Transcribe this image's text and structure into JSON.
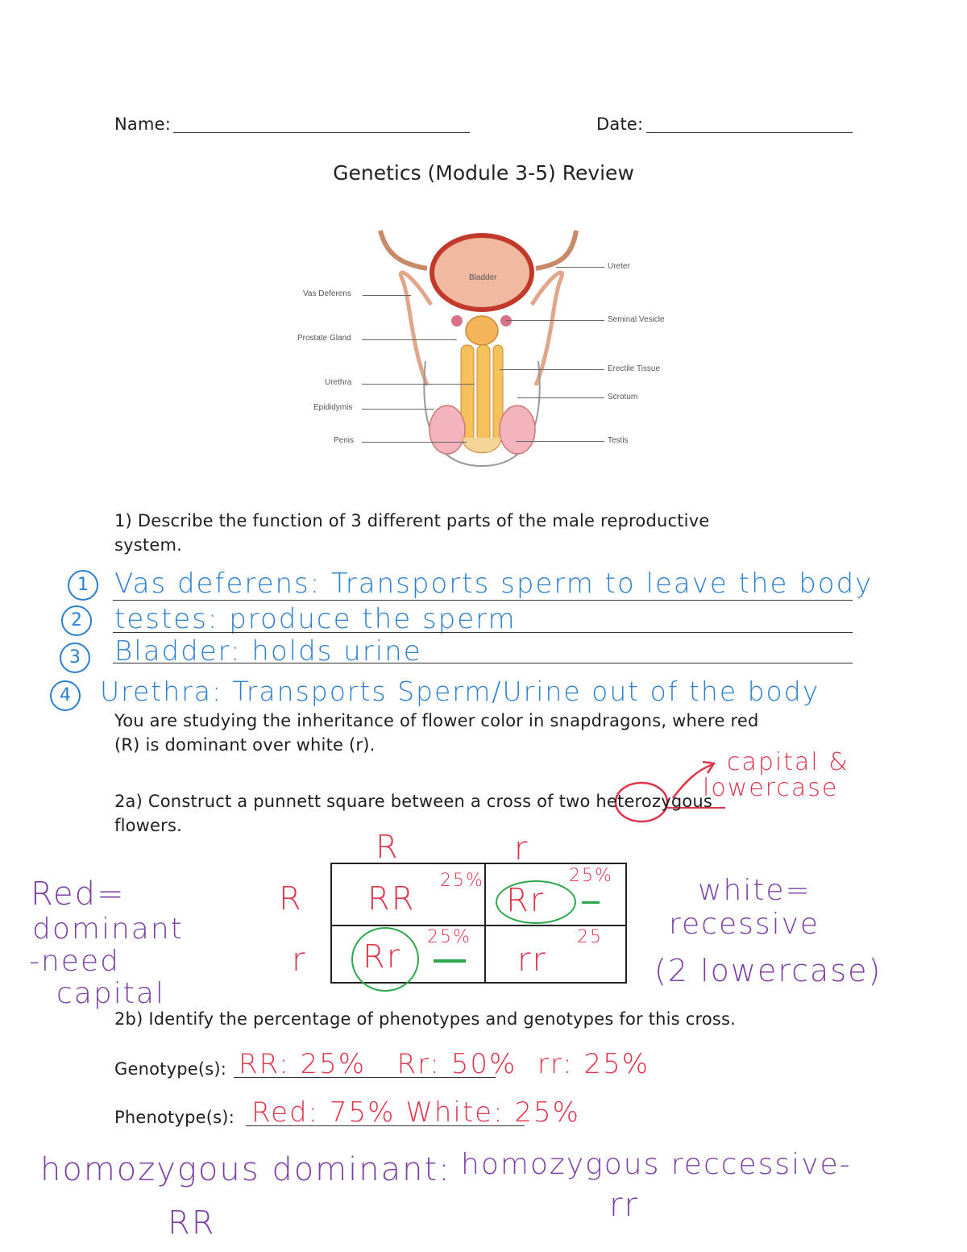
{
  "header": {
    "name_label": "Name:",
    "date_label": "Date:",
    "title": "Genetics (Module 3-5) Review"
  },
  "diagram": {
    "labels_left": [
      "Vas Deferens",
      "Prostate Gland",
      "Urethra",
      "Epididymis",
      "Penis"
    ],
    "labels_right": [
      "Ureter",
      "Seminal Vesicle",
      "Erectile Tissue",
      "Scrotum",
      "Testis"
    ],
    "bladder_label": "Bladder"
  },
  "q1": {
    "prompt_line1": "1) Describe the function of 3 different parts of the male reproductive",
    "prompt_line2": "system.",
    "numbers": [
      "1",
      "2",
      "3",
      "4"
    ],
    "answers": [
      "Vas deferens: Transports sperm to leave the body",
      "testes: produce the sperm",
      "Bladder: holds urine",
      "Urethra: Transports Sperm/Urine out of the body"
    ]
  },
  "context": {
    "line1": "You are studying the inheritance of flower color in snapdragons, where red",
    "line2": "(R) is dominant over white (r)."
  },
  "q2a": {
    "prompt_line1": "2a) Construct a punnett square between a cross of two heterozygous",
    "prompt_line2": "flowers.",
    "note_line1": "capital &",
    "note_line2": "lowercase"
  },
  "punnett": {
    "top": [
      "R",
      "r"
    ],
    "side": [
      "R",
      "r"
    ],
    "cells": [
      "RR",
      "Rr",
      "Rr",
      "rr"
    ],
    "percents": [
      "25%",
      "25%",
      "25%",
      "25"
    ]
  },
  "side_notes": {
    "left": [
      "Red=",
      "dominant",
      "-need",
      "capital"
    ],
    "right": [
      "white=",
      "recessive",
      "(2 lowercase)"
    ]
  },
  "q2b": {
    "prompt": "2b) Identify the percentage of phenotypes and genotypes for this cross.",
    "genotype_label": "Genotype(s):",
    "genotype_answer": "RR: 25%   Rr: 50%  rr: 25%",
    "phenotype_label": "Phenotype(s):",
    "phenotype_answer": "Red: 75% White: 25%"
  },
  "footer_notes": {
    "left_title": "homozygous dominant:",
    "left_value": "RR",
    "right_title": "homozygous reccessive-",
    "right_value": "rr"
  },
  "colors": {
    "blue_ink": "#2b7fd0",
    "red_ink": "#e0344a",
    "purple_ink": "#7b3fa5",
    "green_ink": "#2ca84a"
  }
}
